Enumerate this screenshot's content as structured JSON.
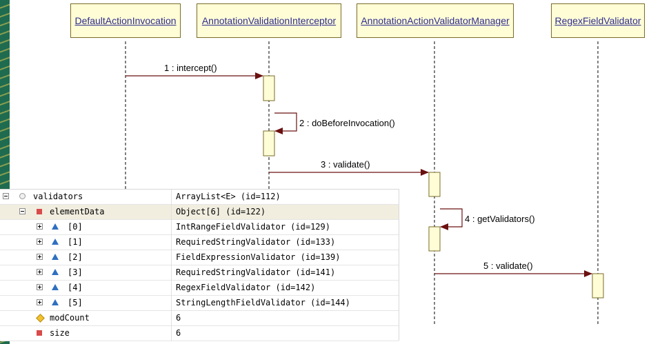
{
  "diagram": {
    "lifelines": [
      {
        "name": "DefaultActionInvocation"
      },
      {
        "name": "AnnotationValidationInterceptor"
      },
      {
        "name": "AnnotationActionValidatorManager"
      },
      {
        "name": "RegexFieldValidator"
      }
    ],
    "messages": [
      {
        "label": "1 : intercept()"
      },
      {
        "label": "2 : doBeforeInvocation()"
      },
      {
        "label": "3 : validate()"
      },
      {
        "label": "4 : getValidators()"
      },
      {
        "label": "5 : validate()"
      }
    ],
    "colors": {
      "lifeline_fill": "#fffdd6",
      "lifeline_border": "#7a6a2a",
      "arrow": "#6b1010",
      "label": "#2f2d8e"
    }
  },
  "variables": {
    "rows": [
      {
        "name": "validators",
        "value": "ArrayList<E>  (id=112)"
      },
      {
        "name": "elementData",
        "value": "Object[6]  (id=122)"
      },
      {
        "name": "[0]",
        "value": "IntRangeFieldValidator  (id=129)"
      },
      {
        "name": "[1]",
        "value": "RequiredStringValidator  (id=133)"
      },
      {
        "name": "[2]",
        "value": "FieldExpressionValidator  (id=139)"
      },
      {
        "name": "[3]",
        "value": "RequiredStringValidator  (id=141)"
      },
      {
        "name": "[4]",
        "value": "RegexFieldValidator  (id=142)"
      },
      {
        "name": "[5]",
        "value": "StringLengthFieldValidator  (id=144)"
      },
      {
        "name": "modCount",
        "value": "6"
      },
      {
        "name": "size",
        "value": "6"
      }
    ]
  }
}
